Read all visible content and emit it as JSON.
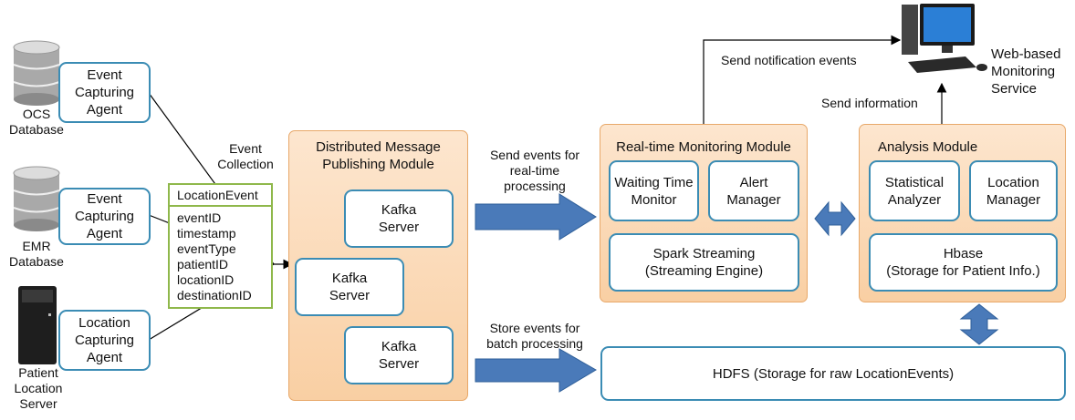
{
  "sources": {
    "ocs_db": "OCS\nDatabase",
    "emr_db": "EMR\nDatabase",
    "location_server": "Patient\nLocation\nServer",
    "agent_ocs": "Event\nCapturing\nAgent",
    "agent_emr": "Event\nCapturing\nAgent",
    "agent_location": "Location\nCapturing\nAgent"
  },
  "event_collection": "Event\nCollection",
  "location_event": {
    "title": "LocationEvent",
    "fields": "eventID\ntimestamp\neventType\npatientID\nlocationID\ndestinationID"
  },
  "publishing_module": {
    "title": "Distributed Message\nPublishing Module",
    "kafka_top": "Kafka\nServer",
    "kafka_mid": "Kafka\nServer",
    "kafka_bottom": "Kafka\nServer"
  },
  "flows": {
    "realtime": "Send events for\nreal-time\nprocessing",
    "batch": "Store events for\nbatch processing",
    "notify": "Send notification events",
    "info": "Send information"
  },
  "realtime_module": {
    "title": "Real-time Monitoring Module",
    "waiting": "Waiting Time\nMonitor",
    "alert": "Alert\nManager",
    "spark": "Spark Streaming\n(Streaming Engine)"
  },
  "analysis_module": {
    "title": "Analysis Module",
    "statistical": "Statistical\nAnalyzer",
    "location_manager": "Location\nManager",
    "hbase": "Hbase\n(Storage for Patient Info.)"
  },
  "hdfs": "HDFS (Storage for raw LocationEvents)",
  "web_service": "Web-based\nMonitoring\nService",
  "colors": {
    "box_border": "#3b8cb4",
    "module_fill": "#fbd9b6",
    "arrow_fill": "#4a7ab9",
    "legend_border": "#8fb84b"
  }
}
